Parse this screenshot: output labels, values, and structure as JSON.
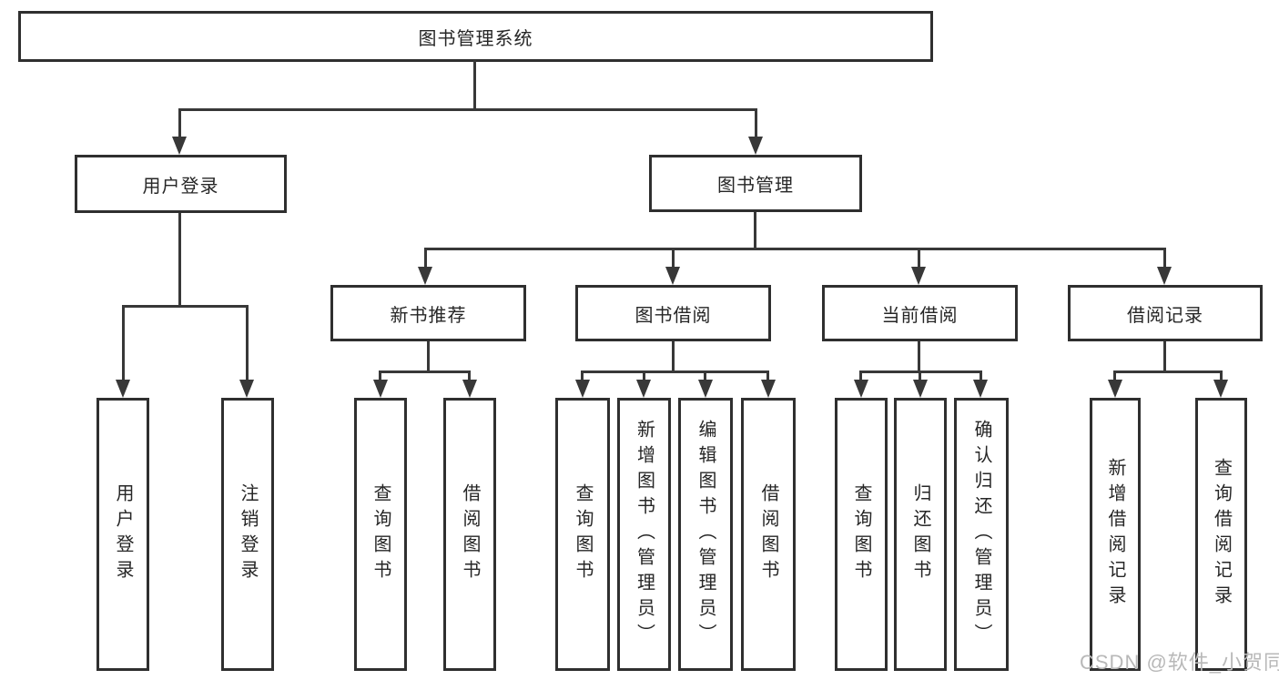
{
  "tree": {
    "label": "图书管理系统",
    "children": [
      {
        "label": "用户登录",
        "children": [
          {
            "label": "用户登录"
          },
          {
            "label": "注销登录"
          }
        ]
      },
      {
        "label": "图书管理",
        "children": [
          {
            "label": "新书推荐",
            "children": [
              {
                "label": "查询图书"
              },
              {
                "label": "借阅图书"
              }
            ]
          },
          {
            "label": "图书借阅",
            "children": [
              {
                "label": "查询图书"
              },
              {
                "label": "新增图书（管理员）"
              },
              {
                "label": "编辑图书（管理员）"
              },
              {
                "label": "借阅图书"
              }
            ]
          },
          {
            "label": "当前借阅",
            "children": [
              {
                "label": "查询图书"
              },
              {
                "label": "归还图书"
              },
              {
                "label": "确认归还（管理员）"
              }
            ]
          },
          {
            "label": "借阅记录",
            "children": [
              {
                "label": "新增借阅记录"
              },
              {
                "label": "查询借阅记录"
              }
            ]
          }
        ]
      }
    ]
  },
  "watermark": {
    "text": "CSDN @软件_小贺同学"
  }
}
